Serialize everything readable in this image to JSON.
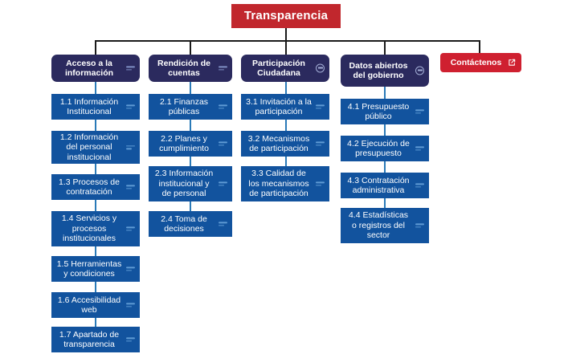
{
  "diagram": {
    "title": "Transparencia",
    "root": {
      "label": "Transparencia",
      "color": "#c1272d"
    },
    "contact": {
      "label": "Contáctenos",
      "icon": "external-link-icon",
      "color": "#cf2030"
    },
    "colors": {
      "root_red": "#c1272d",
      "header_navy": "#2b2a5e",
      "child_blue": "#12539e",
      "connector_blue": "#2a7ab8",
      "connector_root": "#1a1a1a",
      "contact_red": "#cf2030",
      "text_white": "#ffffff"
    },
    "columns": [
      {
        "header": {
          "label": "Acceso a la información",
          "icon": "menu-icon"
        },
        "children": [
          {
            "label": "1.1 Información Institucional",
            "icon": "menu-icon"
          },
          {
            "label": "1.2 Información del personal institucional",
            "icon": "menu-icon"
          },
          {
            "label": "1.3 Procesos de contratación",
            "icon": "menu-icon"
          },
          {
            "label": "1.4 Servicios y procesos institucionales",
            "icon": "menu-icon"
          },
          {
            "label": "1.5 Herramientas y condiciones",
            "icon": "menu-icon"
          },
          {
            "label": "1.6 Accesibilidad web",
            "icon": "menu-icon"
          },
          {
            "label": "1.7 Apartado de transparencia",
            "icon": "menu-icon"
          }
        ]
      },
      {
        "header": {
          "label": "Rendición de cuentas",
          "icon": "menu-icon"
        },
        "children": [
          {
            "label": "2.1 Finanzas públicas",
            "icon": "menu-icon"
          },
          {
            "label": "2.2 Planes y cumplimiento",
            "icon": "menu-icon"
          },
          {
            "label": "2.3 Información institucional y de personal",
            "icon": "menu-icon"
          },
          {
            "label": "2.4 Toma de decisiones",
            "icon": "menu-icon"
          }
        ]
      },
      {
        "header": {
          "label": "Participación Ciudadana",
          "icon": "circle-minus-icon"
        },
        "children": [
          {
            "label": "3.1 Invitación a la participación",
            "icon": "menu-icon"
          },
          {
            "label": "3.2 Mecanismos de participación",
            "icon": "menu-icon"
          },
          {
            "label": "3.3 Calidad de los mecanismos de participación",
            "icon": "menu-icon"
          }
        ]
      },
      {
        "header": {
          "label": "Datos abiertos del gobierno",
          "icon": "circle-minus-icon"
        },
        "children": [
          {
            "label": "4.1 Presupuesto público",
            "icon": "menu-icon"
          },
          {
            "label": "4.2 Ejecución de presupuesto",
            "icon": "menu-icon"
          },
          {
            "label": "4.3 Contratación administrativa",
            "icon": "menu-icon"
          },
          {
            "label": "4.4 Estadísticas o registros del sector",
            "icon": "menu-icon"
          }
        ]
      }
    ]
  }
}
